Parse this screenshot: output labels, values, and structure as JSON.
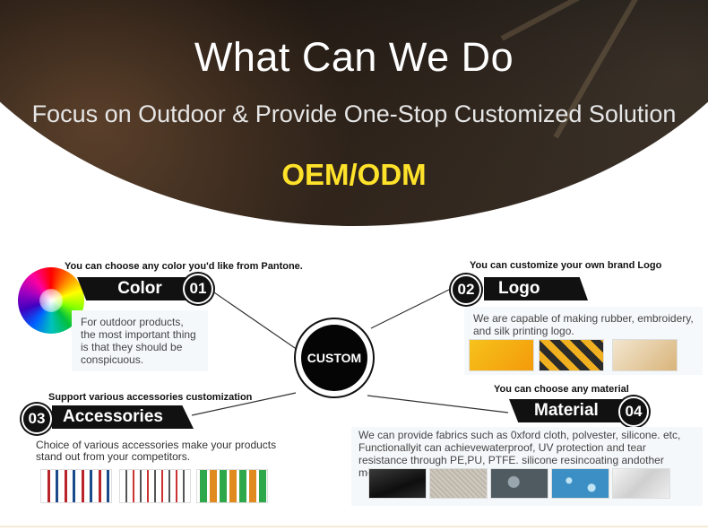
{
  "hero": {
    "title": "What Can We Do",
    "subtitle": "Focus on Outdoor & Provide One-Stop Customized Solution",
    "tagline": "OEM/ODM"
  },
  "center": {
    "label": "CUSTOM"
  },
  "color": {
    "caption": "You can choose any color you'd like from Pantone.",
    "title": "Color",
    "number": "01",
    "description": "For outdoor products, the most important thing is that they should be conspicuous."
  },
  "logo": {
    "caption": "You can customize your own brand Logo",
    "title": "Logo",
    "number": "02",
    "description": "We are capable of making rubber, embroidery, and silk printing logo."
  },
  "accessories": {
    "caption": "Support various accessories customization",
    "title": "Accessories",
    "number": "03",
    "description": "Choice of various accessories make your products stand out from your competitors."
  },
  "material": {
    "caption": "You can choose any material",
    "title": "Material",
    "number": "04",
    "description": "We can provide fabrics such as 0xford cloth, polvester, silicone.  etc, Functionallyit can achievewaterproof, UV protection and tear resistance through PE,PU, PTFE.  silicone resincoating andother methods."
  },
  "colors": {
    "accent_yellow": "#ffe22a",
    "black": "#111111"
  }
}
